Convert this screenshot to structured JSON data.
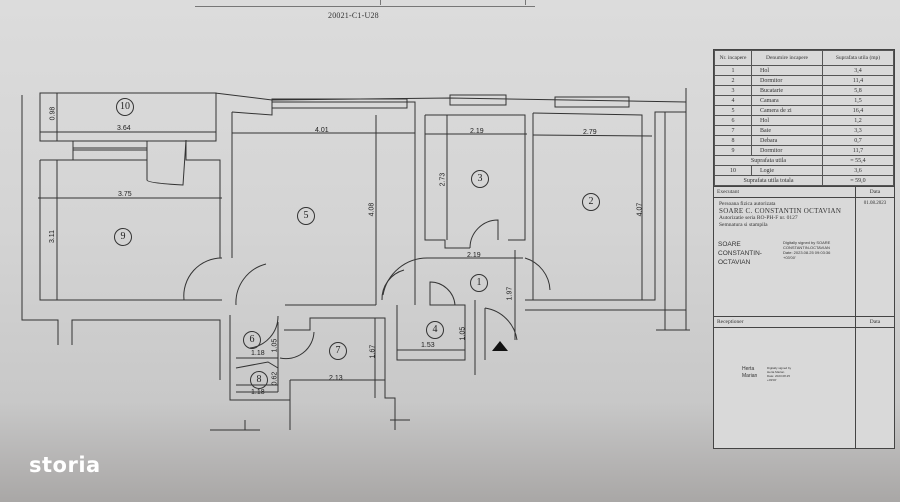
{
  "document": {
    "plan_code": "20021-C1-U28",
    "type": "apartment floor plan"
  },
  "rooms": [
    {
      "num": "1",
      "name": "Hol",
      "area": "3,4"
    },
    {
      "num": "2",
      "name": "Dormitor",
      "area": "11,4"
    },
    {
      "num": "3",
      "name": "Bucatarie",
      "area": "5,8"
    },
    {
      "num": "4",
      "name": "Camara",
      "area": "1,5"
    },
    {
      "num": "5",
      "name": "Camera de zi",
      "area": "16,4"
    },
    {
      "num": "6",
      "name": "Hol",
      "area": "1,2"
    },
    {
      "num": "7",
      "name": "Baie",
      "area": "3,3"
    },
    {
      "num": "8",
      "name": "Debara",
      "area": "0,7"
    },
    {
      "num": "9",
      "name": "Dormitor",
      "area": "11,7"
    },
    {
      "num": "10",
      "name": "Logie",
      "area": "3,6"
    }
  ],
  "legend": {
    "col_nr": "Nr. incapere",
    "col_denumire": "Denumire incapere",
    "col_suprafata": "Suprafata utila (mp)",
    "subtotal_label": "Suprafata utila",
    "subtotal_value": "= 55,4",
    "total_label": "Suprafata utila totala",
    "total_value": "= 59,0"
  },
  "executant": {
    "header": "Executant",
    "date_header": "Data",
    "date": "01.08.2023",
    "line1": "Persoana fizica autorizata",
    "name": "SOARE C. CONSTANTIN OCTAVIAN",
    "line3": "Autorizatie seria RO-PH-F nr. 0127",
    "line4": "Semnatura si stampila",
    "sig_name": [
      "SOARE",
      "CONSTANTIN-",
      "OCTAVIAN"
    ],
    "sig_meta": [
      "Digitally signed by SOARE",
      "CONSTANTIN-OCTAVIAN",
      "Date: 2023.08.25 09:03:36",
      "+03'00'"
    ]
  },
  "receptioner": {
    "header": "Receptioner",
    "date_header": "Data",
    "sig_name": [
      "Herta",
      "Marian"
    ],
    "sig_meta": [
      "Digitally signed by",
      "Herta Marian",
      "Date: 2023.08.25",
      "+03'00'"
    ]
  },
  "dimensions": {
    "r10_w": "3.64",
    "r10_h": "0.98",
    "r9_w": "3.75",
    "r9_h": "3.11",
    "r5_w": "4.01",
    "r5_h": "4.08",
    "r3_w": "2.19",
    "r3_h": "2.73",
    "r2_w": "2.79",
    "r2_h": "4.07",
    "r1_w": "2.19",
    "r1_h": "1.97",
    "r4_w": "1.53",
    "r4_h": "1.05",
    "r6_w": "1.18",
    "r6_h": "1.05",
    "r8_w": "1.18",
    "r8_h": "0.62",
    "r7_w": "2.13",
    "r7_h": "1.67"
  },
  "branding": {
    "logo": "storia"
  }
}
